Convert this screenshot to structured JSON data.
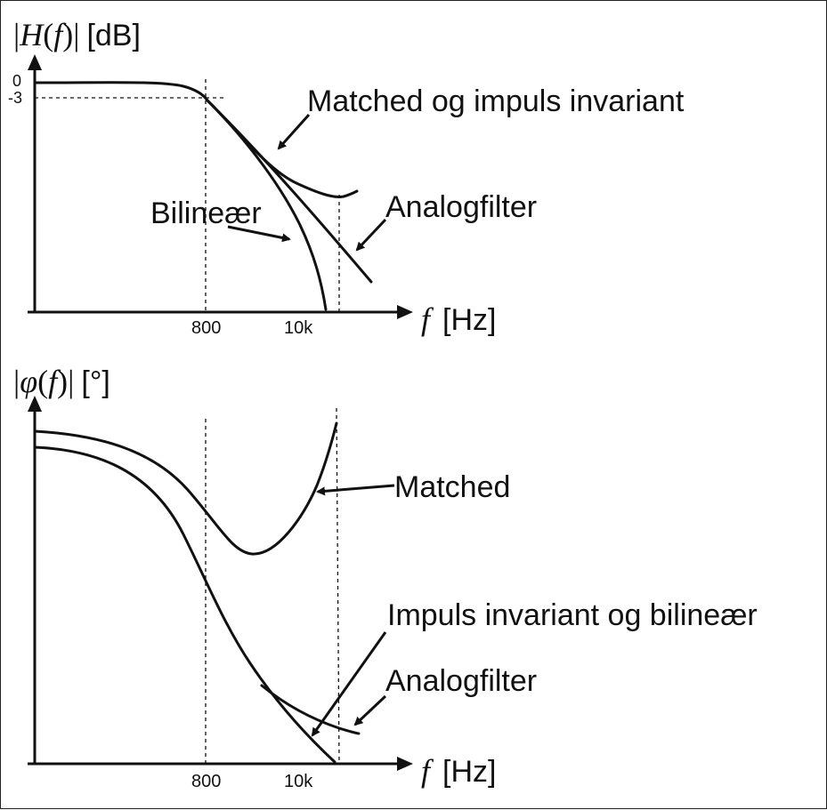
{
  "top_plot": {
    "ylabel_bar_open": "|",
    "ylabel_var": "H",
    "ylabel_paren_open": "(",
    "ylabel_arg": "f",
    "ylabel_paren_close": ")",
    "ylabel_bar_close": "|",
    "ylabel_unit": "[dB]",
    "ytick_0": "0",
    "ytick_minus3": "-3",
    "xtick_800": "800",
    "xtick_10k": "10k",
    "xlabel_var": "f",
    "xlabel_unit": "[Hz]",
    "annotations": {
      "matched_impuls": "Matched og impuls invariant",
      "analog": "Analogfilter",
      "bilinear": "Bilineær"
    }
  },
  "bottom_plot": {
    "ylabel_bar_open": "|",
    "ylabel_var": "φ",
    "ylabel_paren_open": "(",
    "ylabel_arg": "f",
    "ylabel_paren_close": ")",
    "ylabel_bar_close": "|",
    "ylabel_unit": "[°]",
    "xtick_800": "800",
    "xtick_10k": "10k",
    "xlabel_var": "f",
    "xlabel_unit": "[Hz]",
    "annotations": {
      "matched": "Matched",
      "impuls_bilinear": "Impuls invariant og bilineær",
      "analog": "Analogfilter"
    }
  }
}
